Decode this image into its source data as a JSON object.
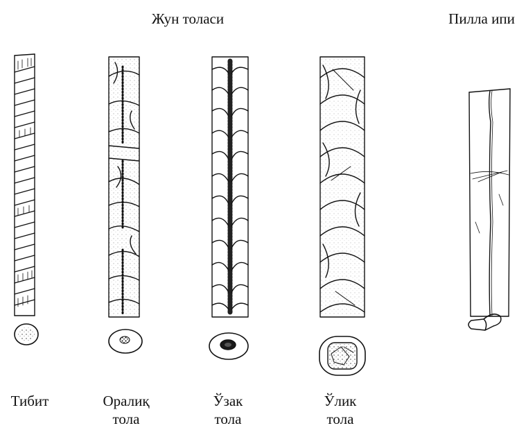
{
  "headers": {
    "wool": "Жун толаси",
    "silk": "Пилла ипи"
  },
  "fibers": [
    {
      "line1": "Тибит",
      "line2": ""
    },
    {
      "line1": "Оралиқ",
      "line2": "тола"
    },
    {
      "line1": "Ўзак",
      "line2": "тола"
    },
    {
      "line1": "Ўлик",
      "line2": "тола"
    }
  ],
  "colors": {
    "ink": "#111111",
    "background": "#ffffff"
  }
}
